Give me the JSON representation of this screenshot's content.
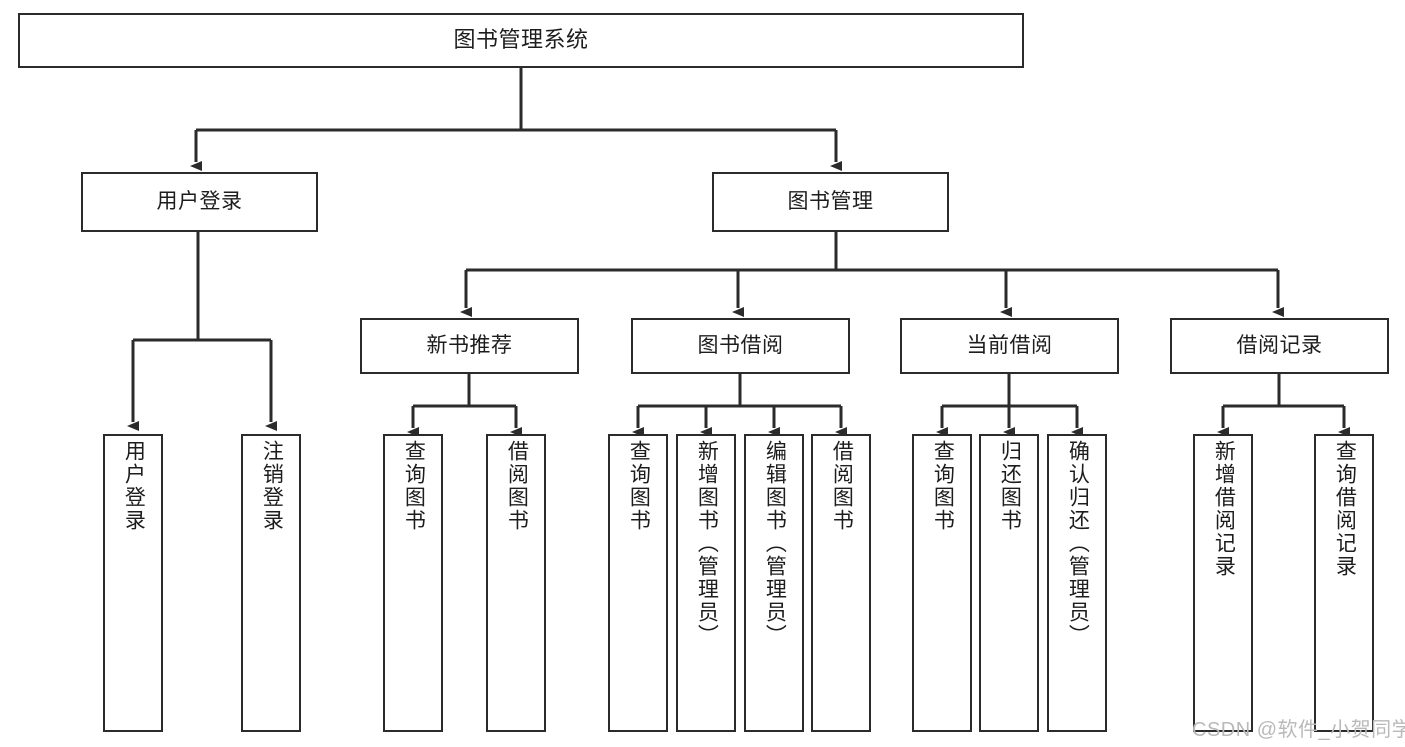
{
  "diagram": {
    "title": "图书管理系统",
    "type": "tree-hierarchy-chart",
    "orientation": "top-down",
    "colors": {
      "stroke": "#2b2b2b",
      "fill": "#ffffff",
      "text": "#1d1d1d",
      "watermark": "#b9b9b9"
    },
    "levels": {
      "root": {
        "label": "图书管理系统"
      },
      "level2": [
        {
          "id": "user-login",
          "label": "用户登录"
        },
        {
          "id": "book-management",
          "label": "图书管理"
        }
      ],
      "level3": [
        {
          "id": "new-book-recommend",
          "label": "新书推荐",
          "parent": "book-management"
        },
        {
          "id": "book-borrow",
          "label": "图书借阅",
          "parent": "book-management"
        },
        {
          "id": "current-borrow",
          "label": "当前借阅",
          "parent": "book-management"
        },
        {
          "id": "borrow-record",
          "label": "借阅记录",
          "parent": "book-management"
        }
      ],
      "leaves": [
        {
          "id": "leaf-user-login",
          "label": "用户登录",
          "parent": "user-login"
        },
        {
          "id": "leaf-logout-login",
          "label": "注销登录",
          "parent": "user-login"
        },
        {
          "id": "leaf-query-book-1",
          "label": "查询图书",
          "parent": "new-book-recommend"
        },
        {
          "id": "leaf-borrow-book-1",
          "label": "借阅图书",
          "parent": "new-book-recommend"
        },
        {
          "id": "leaf-query-book-2",
          "label": "查询图书",
          "parent": "book-borrow"
        },
        {
          "id": "leaf-add-book",
          "label": "新增图书（管理员）",
          "parent": "book-borrow"
        },
        {
          "id": "leaf-edit-book",
          "label": "编辑图书（管理员）",
          "parent": "book-borrow"
        },
        {
          "id": "leaf-borrow-book-2",
          "label": "借阅图书",
          "parent": "book-borrow"
        },
        {
          "id": "leaf-query-book-3",
          "label": "查询图书",
          "parent": "current-borrow"
        },
        {
          "id": "leaf-return-book",
          "label": "归还图书",
          "parent": "current-borrow"
        },
        {
          "id": "leaf-confirm-return",
          "label": "确认归还（管理员）",
          "parent": "current-borrow"
        },
        {
          "id": "leaf-add-record",
          "label": "新增借阅记录",
          "parent": "borrow-record"
        },
        {
          "id": "leaf-query-record",
          "label": "查询借阅记录",
          "parent": "borrow-record"
        }
      ]
    }
  },
  "watermark": {
    "text": "CSDN @软件_小贺同学"
  }
}
